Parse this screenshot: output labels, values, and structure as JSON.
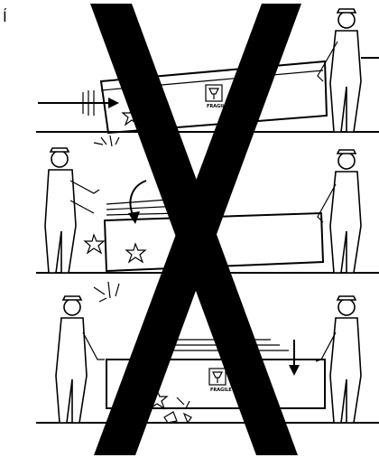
{
  "header": {
    "corner_mark": "Í"
  },
  "labels": {
    "fragile_top": "FRAGILE",
    "fragile_bottom": "FRAGILE"
  },
  "icons": {
    "fragile": "wine-glass-icon",
    "forbidden": "cross-out-icon",
    "impact": "star-icon",
    "direction": "arrow-icon"
  },
  "colors": {
    "ink": "#000000",
    "background": "#ffffff"
  }
}
